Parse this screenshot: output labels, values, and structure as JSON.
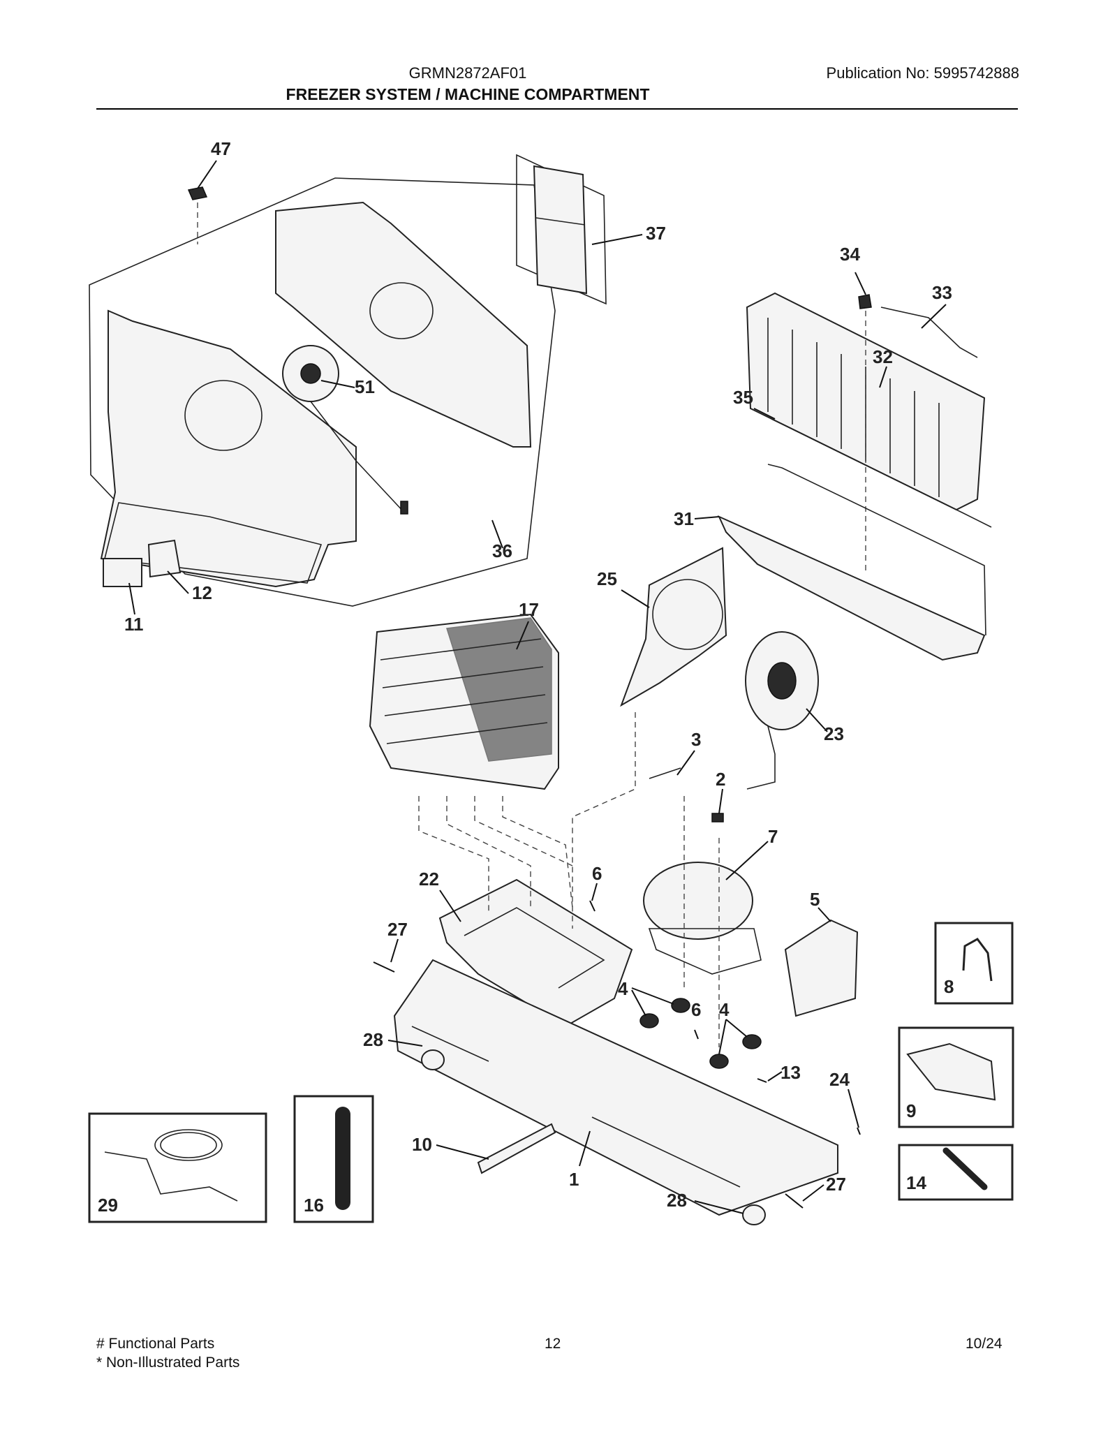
{
  "header": {
    "model": "GRMN2872AF01",
    "publication": "Publication No:  5995742888",
    "title": "FREEZER SYSTEM / MACHINE COMPARTMENT"
  },
  "callouts": [
    "47",
    "37",
    "34",
    "33",
    "32",
    "35",
    "51",
    "31",
    "36",
    "25",
    "12",
    "11",
    "17",
    "23",
    "3",
    "2",
    "7",
    "22",
    "6",
    "5",
    "27",
    "8",
    "4",
    "6",
    "4",
    "28",
    "9",
    "13",
    "24",
    "10",
    "1",
    "27",
    "28",
    "29",
    "16",
    "14"
  ],
  "footer": {
    "legend_functional": "# Functional Parts",
    "legend_non_illustrated": "* Non-Illustrated Parts",
    "page_number": "12",
    "date": "10/24"
  }
}
